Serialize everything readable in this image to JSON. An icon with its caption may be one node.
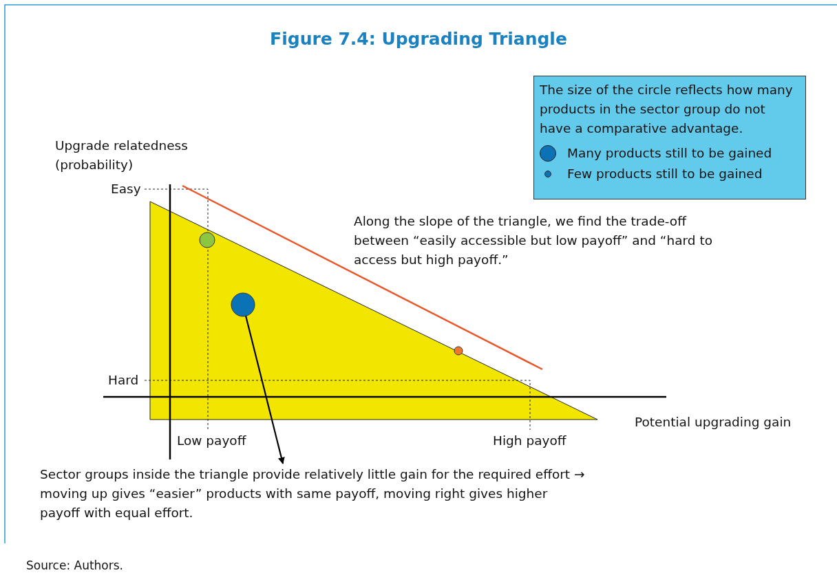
{
  "diagram": {
    "title": "Figure 7.4: Upgrading Triangle",
    "caption": "Source: Authors.",
    "nodes": [
      {
        "text": [
          "The size of the circle reflects how many products in the sector group do not have a comparative advantage."
        ]
      },
      {
        "text": [],
        "shape": "circle"
      },
      {
        "text": [],
        "shape": "circle"
      },
      {
        "text": [],
        "shape": "circle"
      },
      {
        "text": [
          "Sector groups inside the triangle provide relatively little gain for the required effort → moving up gives “easier” products with same payoff, moving right gives higher payoff with equal effort."
        ]
      }
    ],
    "edges": [
      {
        "from": 2,
        "to": 4,
        "arrow": "to"
      }
    ],
    "labels": [
      "Upgrade relatedness (probability)",
      "Easy",
      "Along the slope of the triangle, we find the trade-off between “easily accessible but low payoff” and “hard to access but high payoff.”",
      "Hard",
      "Potential upgrading gain",
      "Low payoff",
      "High payoff"
    ],
    "legend": [
      {
        "text": "Many products still to be gained"
      },
      {
        "text": "Few products still to be gained"
      }
    ]
  }
}
